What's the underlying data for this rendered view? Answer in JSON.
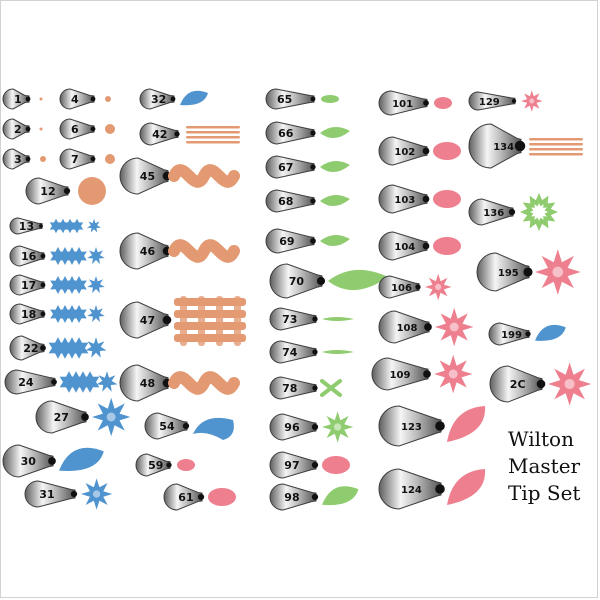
{
  "title": {
    "line1": "Wilton",
    "line2": "Master",
    "line3": "Tip Set"
  },
  "colors": {
    "tip_dark": "#6e6e6e",
    "tip_light": "#f3f3f3",
    "blue": "#4f93cf",
    "peach": "#e39a73",
    "pink": "#ee7f8e",
    "green": "#8fcc6f"
  },
  "tips": [
    {
      "label": "1",
      "sample": "dot-tiny",
      "color": "peach"
    },
    {
      "label": "2",
      "sample": "dot-tiny",
      "color": "peach"
    },
    {
      "label": "3",
      "sample": "dot-small",
      "color": "peach"
    },
    {
      "label": "4",
      "sample": "dot-small",
      "color": "peach"
    },
    {
      "label": "6",
      "sample": "dot-medium",
      "color": "peach"
    },
    {
      "label": "7",
      "sample": "dot-medium",
      "color": "peach"
    },
    {
      "label": "12",
      "sample": "dot-large",
      "color": "peach"
    },
    {
      "label": "13",
      "sample": "star-line",
      "color": "blue"
    },
    {
      "label": "16",
      "sample": "star-line",
      "color": "blue"
    },
    {
      "label": "17",
      "sample": "star-line",
      "color": "blue"
    },
    {
      "label": "18",
      "sample": "star-line",
      "color": "blue"
    },
    {
      "label": "22",
      "sample": "star-line",
      "color": "blue"
    },
    {
      "label": "24",
      "sample": "star-line",
      "color": "blue"
    },
    {
      "label": "27",
      "sample": "flower",
      "color": "blue"
    },
    {
      "label": "30",
      "sample": "shell",
      "color": "blue"
    },
    {
      "label": "31",
      "sample": "flower",
      "color": "blue"
    },
    {
      "label": "32",
      "sample": "shell",
      "color": "blue"
    },
    {
      "label": "42",
      "sample": "lines",
      "color": "peach"
    },
    {
      "label": "45",
      "sample": "ribbon",
      "color": "peach"
    },
    {
      "label": "46",
      "sample": "ribbon",
      "color": "peach"
    },
    {
      "label": "47",
      "sample": "basket",
      "color": "peach"
    },
    {
      "label": "48",
      "sample": "ribbon",
      "color": "peach"
    },
    {
      "label": "54",
      "sample": "ruffle",
      "color": "blue"
    },
    {
      "label": "59",
      "sample": "petal-small",
      "color": "pink"
    },
    {
      "label": "61",
      "sample": "petal",
      "color": "pink"
    },
    {
      "label": "65",
      "sample": "leaf-small",
      "color": "green"
    },
    {
      "label": "66",
      "sample": "leaf",
      "color": "green"
    },
    {
      "label": "67",
      "sample": "leaf",
      "color": "green"
    },
    {
      "label": "68",
      "sample": "leaf",
      "color": "green"
    },
    {
      "label": "69",
      "sample": "leaf",
      "color": "green"
    },
    {
      "label": "70",
      "sample": "leaf-large",
      "color": "green"
    },
    {
      "label": "73",
      "sample": "leaf-thin",
      "color": "green"
    },
    {
      "label": "74",
      "sample": "leaf-thin",
      "color": "green"
    },
    {
      "label": "78",
      "sample": "leaf-cross",
      "color": "green"
    },
    {
      "label": "96",
      "sample": "flower",
      "color": "green"
    },
    {
      "label": "97",
      "sample": "petal",
      "color": "pink"
    },
    {
      "label": "98",
      "sample": "shell",
      "color": "green"
    },
    {
      "label": "101",
      "sample": "petal-small",
      "color": "pink"
    },
    {
      "label": "102",
      "sample": "petal",
      "color": "pink"
    },
    {
      "label": "103",
      "sample": "petal",
      "color": "pink"
    },
    {
      "label": "104",
      "sample": "petal",
      "color": "pink"
    },
    {
      "label": "106",
      "sample": "flower",
      "color": "pink"
    },
    {
      "label": "108",
      "sample": "flower",
      "color": "pink"
    },
    {
      "label": "109",
      "sample": "flower",
      "color": "pink"
    },
    {
      "label": "123",
      "sample": "petal-large",
      "color": "pink"
    },
    {
      "label": "124",
      "sample": "petal-large",
      "color": "pink"
    },
    {
      "label": "129",
      "sample": "flower",
      "color": "pink"
    },
    {
      "label": "134",
      "sample": "lines",
      "color": "peach"
    },
    {
      "label": "136",
      "sample": "ring",
      "color": "green"
    },
    {
      "label": "195",
      "sample": "flower",
      "color": "pink"
    },
    {
      "label": "199",
      "sample": "shell",
      "color": "blue"
    },
    {
      "label": "2C",
      "sample": "flower",
      "color": "pink"
    }
  ]
}
